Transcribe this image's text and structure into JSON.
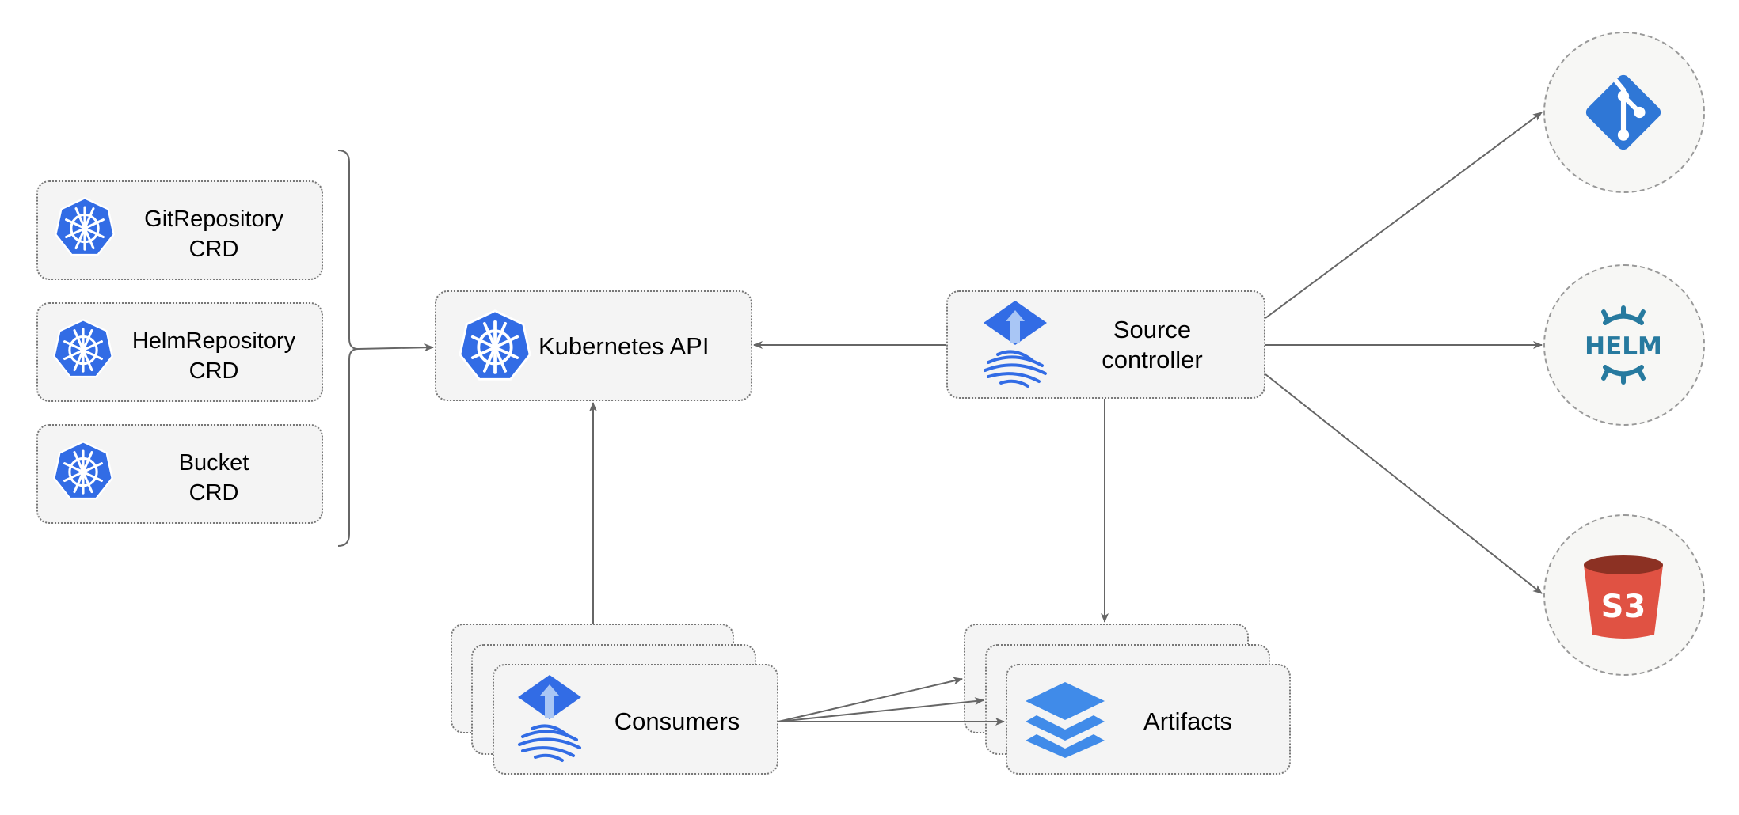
{
  "crds": [
    {
      "line1": "GitRepository",
      "line2": "CRD"
    },
    {
      "line1": "HelmRepository",
      "line2": "CRD"
    },
    {
      "line1": "Bucket",
      "line2": "CRD"
    }
  ],
  "kubernetes_api": {
    "label": "Kubernetes API",
    "icon": "kubernetes-icon"
  },
  "source_controller": {
    "line1": "Source",
    "line2": "controller",
    "icon": "flux-icon"
  },
  "consumers": {
    "label": "Consumers",
    "icon": "flux-icon"
  },
  "artifacts": {
    "label": "Artifacts",
    "icon": "layers-icon"
  },
  "sources": {
    "git": {
      "icon": "git-icon"
    },
    "helm": {
      "label": "HELM",
      "icon": "helm-icon"
    },
    "s3": {
      "label": "S3",
      "icon": "s3-bucket-icon"
    }
  },
  "colors": {
    "k8s_blue": "#326ce5",
    "git_blue": "#2f77d6",
    "helm_blue": "#277a9f",
    "s3_red": "#e05243",
    "s3_dark": "#8c3123",
    "layers_blue": "#408be9",
    "arrow": "#666666"
  }
}
